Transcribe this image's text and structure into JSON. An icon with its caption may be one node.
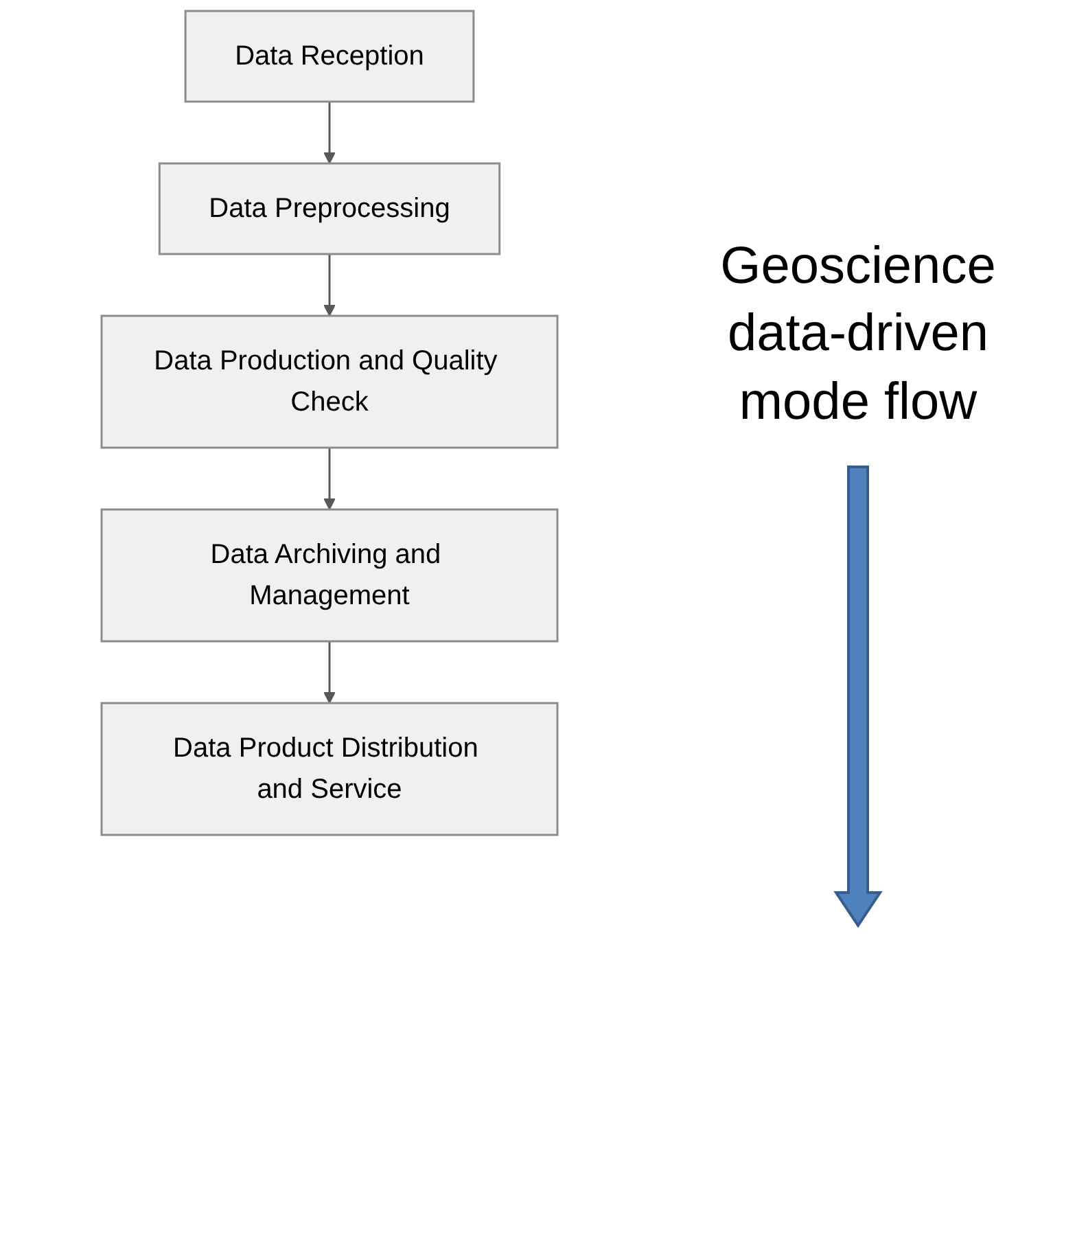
{
  "diagram": {
    "nodes": [
      {
        "text": [
          "Data Reception"
        ]
      },
      {
        "text": [
          "Data Preprocessing"
        ]
      },
      {
        "text": [
          "Data Production and Quality Check"
        ]
      },
      {
        "text": [
          "Data Archiving and Management"
        ]
      },
      {
        "text": [
          "Data Product Distribution and Service"
        ]
      }
    ],
    "edges": [
      {
        "from": 0,
        "to": 1,
        "arrow": "to"
      },
      {
        "from": 1,
        "to": 2,
        "arrow": "to"
      },
      {
        "from": 2,
        "to": 3,
        "arrow": "to"
      },
      {
        "from": 3,
        "to": 4,
        "arrow": "to"
      }
    ],
    "labels": [
      "Geoscience data-driven mode flow"
    ]
  }
}
